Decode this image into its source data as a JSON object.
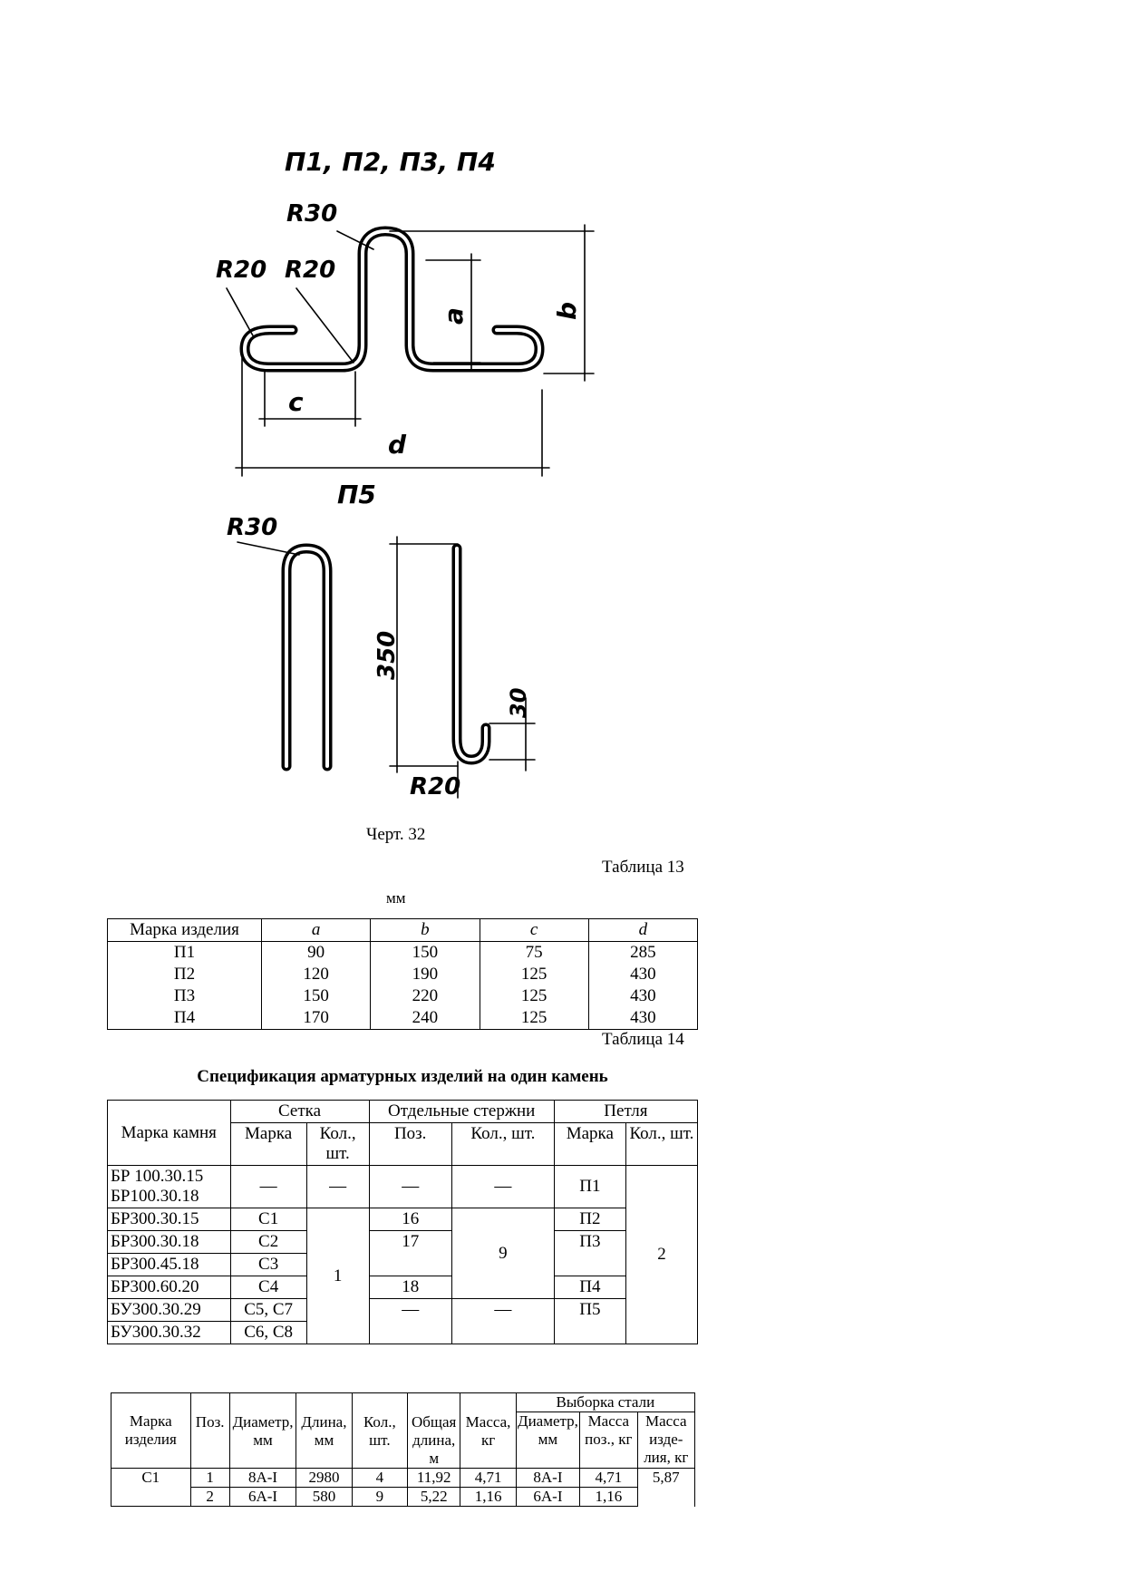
{
  "figure": {
    "top_label": "П1, П2, П3, П4",
    "bottom_label": "П5",
    "radius_labels": [
      "R30",
      "R20",
      "R20"
    ],
    "dim_labels": [
      "a",
      "b",
      "c",
      "d"
    ],
    "p5_radius_top": "R30",
    "p5_radius_bottom": "R20",
    "p5_dim_350": "350",
    "p5_dim_30": "30",
    "caption": "Черт. 32"
  },
  "table13": {
    "label": "Таблица 13",
    "unit": "мм",
    "headers": [
      "Марка изделия",
      "a",
      "b",
      "c",
      "d"
    ],
    "rows": [
      [
        "П1",
        "90",
        "150",
        "75",
        "285"
      ],
      [
        "П2",
        "120",
        "190",
        "125",
        "430"
      ],
      [
        "П3",
        "150",
        "220",
        "125",
        "430"
      ],
      [
        "П4",
        "170",
        "240",
        "125",
        "430"
      ]
    ]
  },
  "table14": {
    "label": "Таблица 14",
    "title": "Спецификация арматурных изделий на один камень",
    "group_headers": {
      "stone": "Марка камня",
      "mesh": "Сетка",
      "rods": "Отдельные стержни",
      "loop": "Петля"
    },
    "sub_headers": {
      "mesh_mark": "Марка",
      "mesh_qty": "Кол., шт.",
      "rod_pos": "Поз.",
      "rod_qty": "Кол., шт.",
      "loop_mark": "Марка",
      "loop_qty": "Кол., шт."
    },
    "row1": {
      "stone": "БР 100.30.15 БР100.30.18",
      "mesh_mark": "—",
      "mesh_qty": "—",
      "rod_pos": "—",
      "rod_qty": "—",
      "loop_mark": "П1"
    },
    "stones": [
      "БР300.30.15",
      "БР300.30.18",
      "БР300.45.18",
      "БР300.60.20",
      "БУ300.30.29",
      "БУ300.30.32"
    ],
    "mesh_marks": [
      "С1",
      "С2",
      "С3",
      "С4",
      "С5, С7",
      "С6, С8"
    ],
    "mesh_qty_merged": "1",
    "rod_positions": [
      "16",
      "17",
      "",
      "18",
      "—"
    ],
    "rod_qty_merged": "9",
    "rod_qty_last": "—",
    "loop_marks": [
      "П2",
      "П3",
      "П4",
      "П5"
    ],
    "loop_qty_merged": "2"
  },
  "table15": {
    "group_header": "Выборка стали",
    "headers": [
      "Марка изделия",
      "Поз.",
      "Диаметр, мм",
      "Длина, мм",
      "Кол., шт.",
      "Общая длина, м",
      "Масса, кг",
      "Диаметр, мм",
      "Масса поз., кг",
      "Масса изде-лия, кг"
    ],
    "rows": [
      [
        "С1",
        "1",
        "8А-I",
        "2980",
        "4",
        "11,92",
        "4,71",
        "8А-I",
        "4,71",
        "5,87"
      ],
      [
        "",
        "2",
        "6А-I",
        "580",
        "9",
        "5,22",
        "1,16",
        "6А-I",
        "1,16",
        ""
      ]
    ]
  }
}
